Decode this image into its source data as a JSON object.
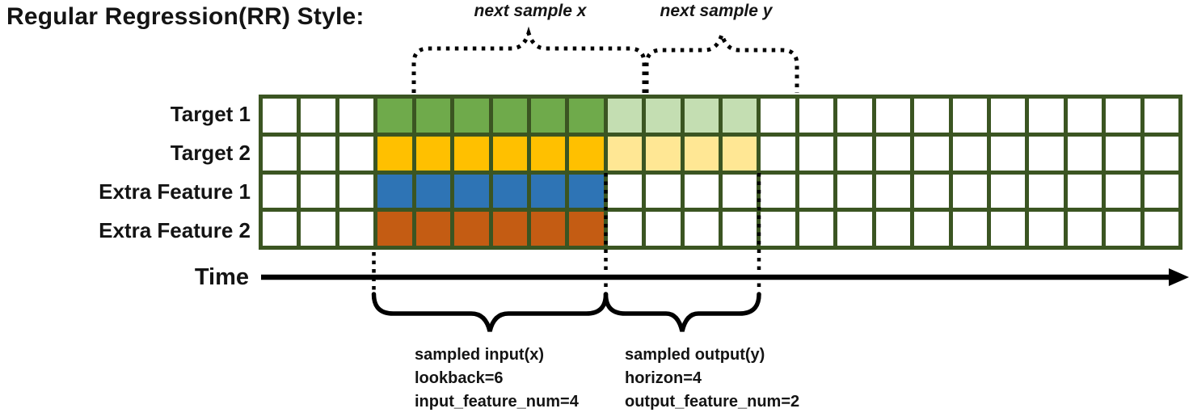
{
  "title": "Regular Regression(RR) Style:",
  "annotations": {
    "next_sample_x": "next sample x",
    "next_sample_y": "next sample y",
    "time_label": "Time",
    "input_block": {
      "line1": "sampled input(x)",
      "line2": "lookback=6",
      "line3": "input_feature_num=4"
    },
    "output_block": {
      "line1": "sampled output(y)",
      "line2": "horizon=4",
      "line3": "output_feature_num=2"
    }
  },
  "grid": {
    "columns": 24,
    "lookback": 6,
    "horizon": 4,
    "border_color": "#3B5522",
    "rows": [
      {
        "label": "Target 1",
        "solid_color": "#6FAA4B",
        "light_color": "#C4DEB2",
        "solid_range": [
          4,
          9
        ],
        "light_range": [
          10,
          13
        ]
      },
      {
        "label": "Target 2",
        "solid_color": "#FFC000",
        "light_color": "#FFE794",
        "solid_range": [
          4,
          9
        ],
        "light_range": [
          10,
          13
        ]
      },
      {
        "label": "Extra Feature 1",
        "solid_color": "#2E74B5",
        "solid_range": [
          4,
          9
        ]
      },
      {
        "label": "Extra Feature 2",
        "solid_color": "#C45C13",
        "solid_range": [
          4,
          9
        ]
      }
    ]
  },
  "colors": {
    "stroke": "#000000",
    "background": "#ffffff"
  }
}
